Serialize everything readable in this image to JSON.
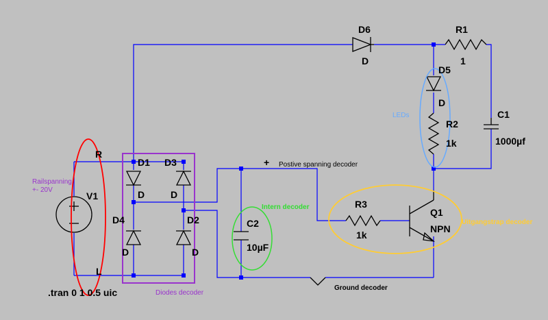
{
  "components": {
    "d1": {
      "name": "D1",
      "model": "D"
    },
    "d2": {
      "name": "D2",
      "model": "D"
    },
    "d3": {
      "name": "D3",
      "model": "D"
    },
    "d4": {
      "name": "D4",
      "model": "D"
    },
    "d5": {
      "name": "D5",
      "model": "D"
    },
    "d6": {
      "name": "D6",
      "model": "D"
    },
    "r1": {
      "name": "R1",
      "value": "1"
    },
    "r2": {
      "name": "R2",
      "value": "1k"
    },
    "r3": {
      "name": "R3",
      "value": "1k"
    },
    "c1": {
      "name": "C1",
      "value": "1000µf"
    },
    "c2": {
      "name": "C2",
      "value": "10µF"
    },
    "q1": {
      "name": "Q1",
      "model": "NPN"
    },
    "v1": {
      "name": "V1",
      "plus_pin": "R",
      "minus_pin": "L"
    }
  },
  "annotations": {
    "railspanning": "Railspanning",
    "railspanning_value": "+- 20V",
    "tran": ".tran 0 1 0.5 uic",
    "diodes_decoder": "Diodes decoder",
    "leds": "LEDs",
    "intern_decoder": "Intern decoder",
    "positive_sign": "+",
    "positive_decoder": "Postive spanning decoder",
    "ground_decoder": "Ground decoder",
    "uitgangstrap": "Uitgangstrap decoder"
  },
  "colors": {
    "background": "#c0c0c0",
    "wire": "#0000ff",
    "railspanning": "#9933cc",
    "diodes_box": "#9933cc",
    "v1_ellipse": "#ff0000",
    "leds_ellipse": "#66aaff",
    "intern_ellipse": "#33dd33",
    "uitgangstrap_ellipse": "#ffcc33"
  }
}
